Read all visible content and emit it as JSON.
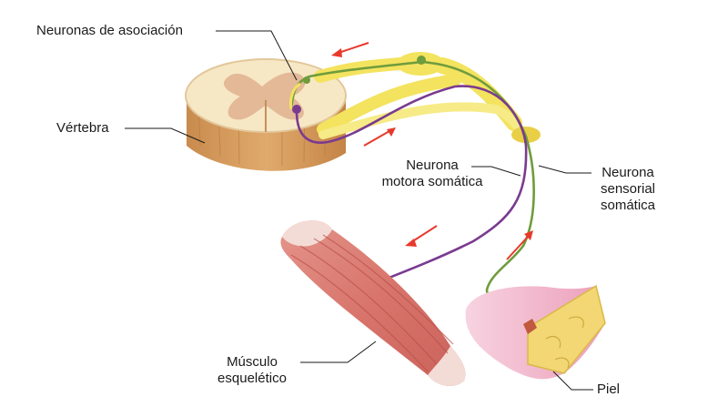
{
  "labels": {
    "association_neurons": "Neuronas de asociación",
    "vertebra": "Vértebra",
    "motor_neuron_line1": "Neurona",
    "motor_neuron_line2": "motora somática",
    "sensory_neuron_line1": "Neurona",
    "sensory_neuron_line2": "sensorial",
    "sensory_neuron_line3": "somática",
    "muscle_line1": "Músculo",
    "muscle_line2": "esquelético",
    "skin": "Piel"
  },
  "colors": {
    "nerve": "#f3e35f",
    "sensory_neuron": "#6f9c3c",
    "motor_neuron": "#7a3b8f",
    "arrow": "#e8392b",
    "gray_matter": "#e3b998",
    "spinal_body": "#d9a56a",
    "muscle": "#d97a72",
    "skin": "#f2b7cc",
    "dermis": "#f2d774"
  }
}
